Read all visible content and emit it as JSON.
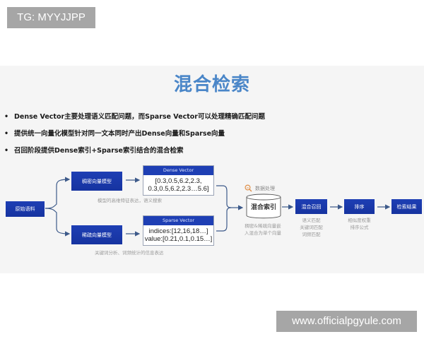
{
  "watermarks": {
    "top": "TG: MYYJJPP",
    "bottom": "www.officialpgyule.com"
  },
  "slide": {
    "title": "混合检索",
    "title_color": "#4a86c8",
    "bullets": [
      "Dense Vector主要处理语义匹配问题，而Sparse Vector可以处理精确匹配问题",
      "提供统一向量化模型针对同一文本同时产出Dense向量和Sparse向量",
      "召回阶段提供Dense索引+Sparse索引结合的混合检索"
    ],
    "bullet_marker": "•"
  },
  "diagram": {
    "accent_color": "#1e3fb4",
    "nodes": {
      "source": "原始语料",
      "dense_model": "稠密向量模型",
      "sparse_model": "稀疏向量模型",
      "hybrid_recall": "混合召回",
      "rank": "排序",
      "result": "检索结果"
    },
    "dense_vector": {
      "header": "Dense Vector",
      "line1": "[0.3,0.5,6.2,2.3,",
      "line2": "0.3,0.5,6.2,2.3…5.6]"
    },
    "sparse_vector": {
      "header": "Sparse Vector",
      "line1": "indices:[12,16,18…]",
      "line2": "value:[0.21,0.1,0.15…]"
    },
    "notes": {
      "dense": "模型的高维特征表达，语义搜索",
      "sparse": "关键词分析、词频统计的信息表达",
      "index_line1": "稠密&稀疏向量嵌",
      "index_line2": "入混合为单个向量",
      "recall_line1": "语义匹配",
      "recall_line2": "关键词匹配",
      "recall_line3": "词频匹配",
      "rank_line1": "相似度权重",
      "rank_line2": "排序公式"
    },
    "hybrid_index": "混合索引",
    "data_processing": {
      "icon": "search-data-icon",
      "label": "数据处理"
    }
  }
}
